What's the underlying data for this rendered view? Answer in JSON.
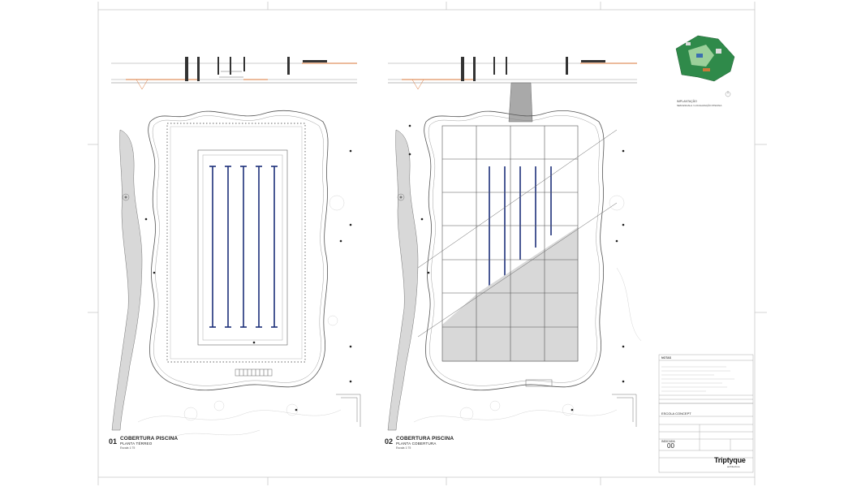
{
  "sheet": {
    "accent_pool_lanes": "#1c2f7a",
    "accent_dim": "#d9773a",
    "gray_fill": "#d8d8d8"
  },
  "plans": [
    {
      "number": "01",
      "title": "COBERTURA PISCINA",
      "subtitle": "PLANTA TÉRREO",
      "scale": "Escala 1:75"
    },
    {
      "number": "02",
      "title": "COBERTURA PISCINA",
      "subtitle": "PLANTA COBERTURA",
      "scale": "Escala 1:75"
    }
  ],
  "implantacao": {
    "title": "IMPLANTAÇÃO",
    "subtitle": "SEM ESCALA / LOCALIZAÇÃO PISCINA"
  },
  "notes": {
    "title": "NOTAS"
  },
  "titleblock": {
    "project": "ESCOLA CONCEPT",
    "stage": "INDICADA",
    "number": "00",
    "logo": "Triptyque",
    "logo_sub": "architecture"
  }
}
